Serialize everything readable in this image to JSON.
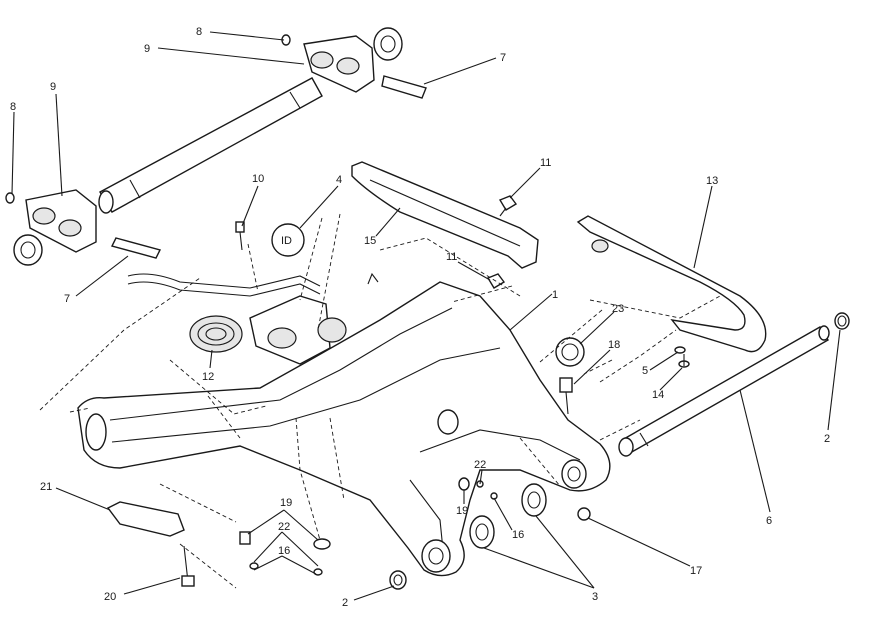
{
  "diagram": {
    "background": "#ffffff",
    "ink": "#1a1a1a",
    "callouts": [
      {
        "id": "c-8a",
        "label": "8"
      },
      {
        "id": "c-9a",
        "label": "9"
      },
      {
        "id": "c-7a",
        "label": "7"
      },
      {
        "id": "c-8b",
        "label": "8"
      },
      {
        "id": "c-9b",
        "label": "9"
      },
      {
        "id": "c-7b",
        "label": "7"
      },
      {
        "id": "c-10",
        "label": "10"
      },
      {
        "id": "c-4",
        "label": "4"
      },
      {
        "id": "c-11a",
        "label": "11"
      },
      {
        "id": "c-15",
        "label": "15"
      },
      {
        "id": "c-11b",
        "label": "11"
      },
      {
        "id": "c-13",
        "label": "13"
      },
      {
        "id": "c-1",
        "label": "1"
      },
      {
        "id": "c-23",
        "label": "23"
      },
      {
        "id": "c-18",
        "label": "18"
      },
      {
        "id": "c-5",
        "label": "5"
      },
      {
        "id": "c-14",
        "label": "14"
      },
      {
        "id": "c-2a",
        "label": "2"
      },
      {
        "id": "c-12",
        "label": "12"
      },
      {
        "id": "c-21",
        "label": "21"
      },
      {
        "id": "c-19a",
        "label": "19"
      },
      {
        "id": "c-22a",
        "label": "22"
      },
      {
        "id": "c-16a",
        "label": "16"
      },
      {
        "id": "c-20",
        "label": "20"
      },
      {
        "id": "c-2b",
        "label": "2"
      },
      {
        "id": "c-22b",
        "label": "22"
      },
      {
        "id": "c-19b",
        "label": "19"
      },
      {
        "id": "c-16b",
        "label": "16"
      },
      {
        "id": "c-3",
        "label": "3"
      },
      {
        "id": "c-17",
        "label": "17"
      },
      {
        "id": "c-6",
        "label": "6"
      }
    ]
  }
}
